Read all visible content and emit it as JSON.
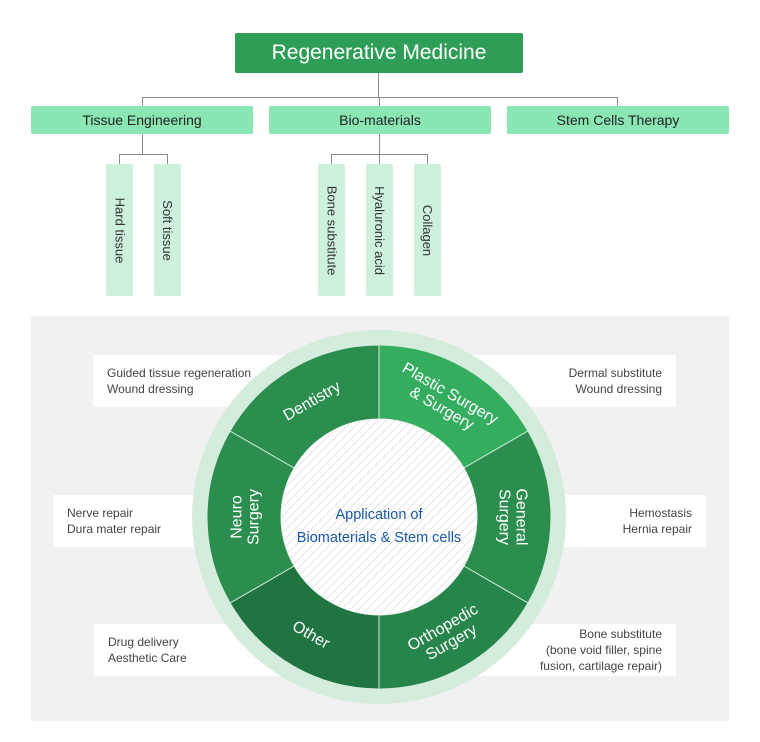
{
  "title": "Regenerative Medicine",
  "categories": [
    {
      "label": "Tissue Engineering",
      "children": [
        "Hard tissue",
        "Soft tissue"
      ]
    },
    {
      "label": "Bio-materials",
      "children": [
        "Bone substitute",
        "Hyaluronic acid",
        "Collagen"
      ]
    },
    {
      "label": "Stem Cells Therapy",
      "children": []
    }
  ],
  "center": {
    "line1": "Application of",
    "line2": "Biomaterials & Stem cells"
  },
  "segments": [
    {
      "lines": [
        "Dentistry"
      ]
    },
    {
      "lines": [
        "Plastic Surgery",
        "& Surgery"
      ]
    },
    {
      "lines": [
        "General",
        "Surgery"
      ]
    },
    {
      "lines": [
        "Orthopedic",
        "Surgery"
      ]
    },
    {
      "lines": [
        "Other"
      ]
    },
    {
      "lines": [
        "Neuro",
        "Surgery"
      ]
    }
  ],
  "notes": {
    "dentistry": [
      "Guided tissue regeneration",
      "Wound dressing"
    ],
    "plastic": [
      "Dermal substitute",
      "Wound dressing"
    ],
    "neuro": [
      "Nerve repair",
      "Dura mater repair"
    ],
    "general": [
      "Hemostasis",
      "Hernia repair"
    ],
    "other": [
      "Drug delivery",
      "Aesthetic Care"
    ],
    "orthopedic": [
      "Bone substitute",
      "(bone void filler, spine",
      "fusion, cartilage repair)"
    ]
  },
  "colors": {
    "title_bg": "#2e9e57",
    "level1_bg": "#8ae6b3",
    "level2_bg": "#cdf1dc",
    "wheel_outer_ring": "#d4ecdc",
    "segment_colors": [
      "#2b8e4e",
      "#34ad5f",
      "#2b8e4e",
      "#26854a",
      "#1f7440",
      "#2b8e4e"
    ],
    "center_text": "#1a5aa6"
  }
}
